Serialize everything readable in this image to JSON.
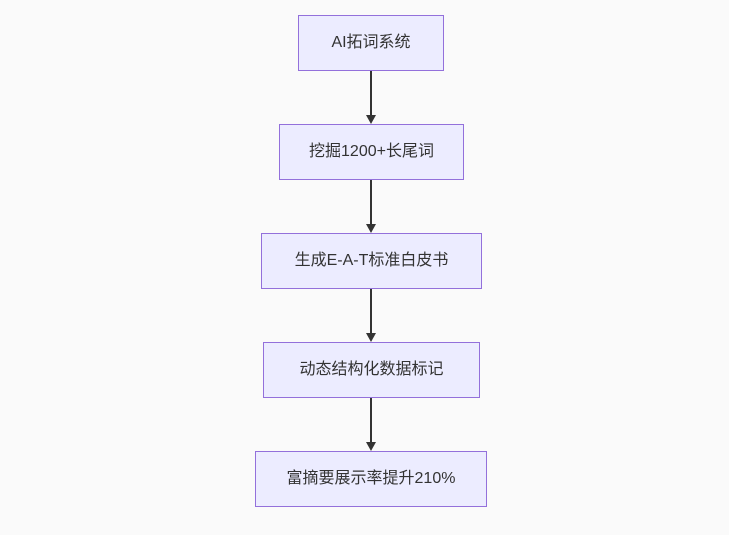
{
  "diagram": {
    "type": "flowchart",
    "direction": "top-down",
    "nodes": [
      {
        "label": "AI拓词系统"
      },
      {
        "label": "挖掘1200+长尾词"
      },
      {
        "label": "生成E-A-T标准白皮书"
      },
      {
        "label": "动态结构化数据标记"
      },
      {
        "label": "富摘要展示率提升210%"
      }
    ],
    "edges": [
      {
        "from": "AI拓词系统",
        "to": "挖掘1200+长尾词"
      },
      {
        "from": "挖掘1200+长尾词",
        "to": "生成E-A-T标准白皮书"
      },
      {
        "from": "生成E-A-T标准白皮书",
        "to": "动态结构化数据标记"
      },
      {
        "from": "动态结构化数据标记",
        "to": "富摘要展示率提升210%"
      }
    ]
  },
  "colors": {
    "node_fill": "#ECECFF",
    "node_border": "#9370DB",
    "edge": "#333333",
    "text": "#333333",
    "background": "#fafafa"
  }
}
